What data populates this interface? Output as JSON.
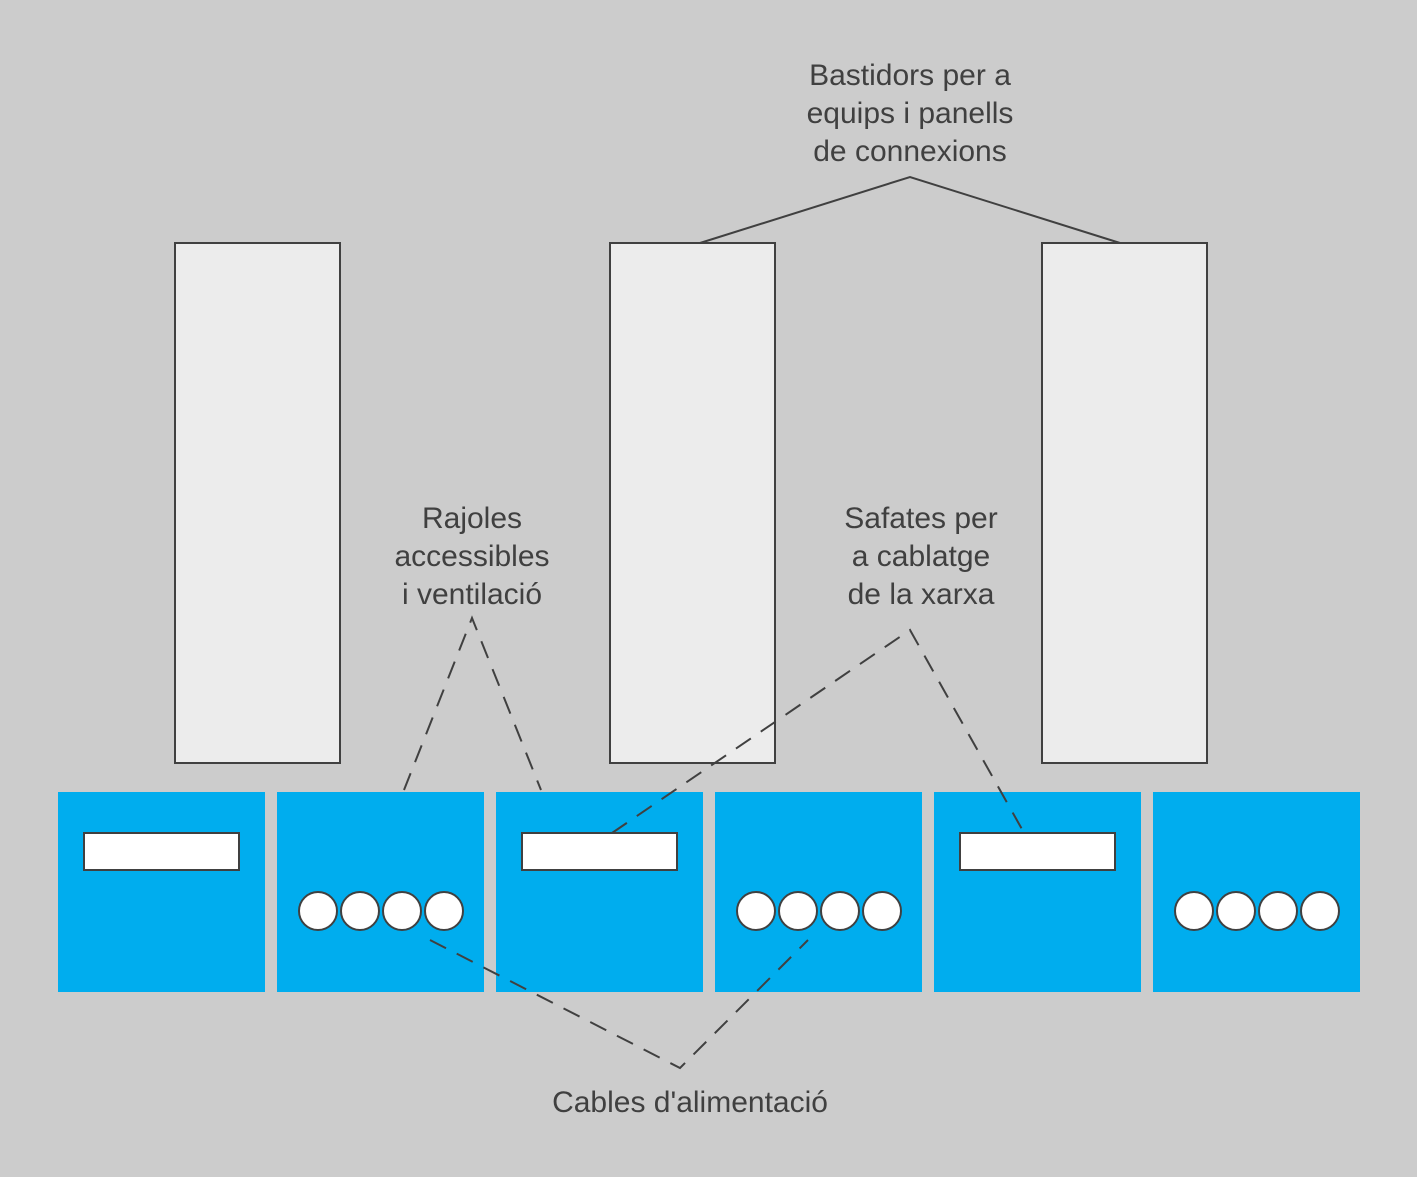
{
  "labels": {
    "racks": [
      "Bastidors per a",
      "equips i panells",
      "de connexions"
    ],
    "tiles": [
      "Rajoles",
      "accessibles",
      "i ventilació"
    ],
    "trays": [
      "Safates per",
      "a cablatge",
      "de la xarxa"
    ],
    "power": "Cables d'alimentació"
  },
  "colors": {
    "background": "#cccccc",
    "rack_fill": "#ececec",
    "tile_fill": "#00adee",
    "stroke": "#404040",
    "text": "#404040"
  },
  "tiles": [
    {
      "feature": "tray"
    },
    {
      "feature": "power-outlets",
      "outlets": 4
    },
    {
      "feature": "tray"
    },
    {
      "feature": "power-outlets",
      "outlets": 4
    },
    {
      "feature": "tray"
    },
    {
      "feature": "power-outlets",
      "outlets": 4
    }
  ]
}
